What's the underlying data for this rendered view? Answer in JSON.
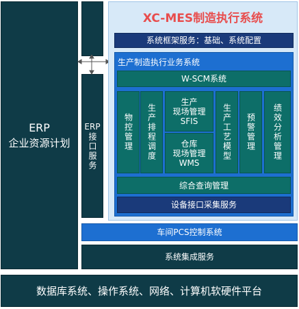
{
  "erp_left": {
    "line1": "ERP",
    "line2": "企业资源计划"
  },
  "erp_interface": {
    "line1": "ERP",
    "line2": "接口服务"
  },
  "mes": {
    "title": "XC-MES制造执行系统",
    "framework": "系统框架服务：基础、系统配置",
    "business_title": "生产制造执行业务系统",
    "wscm": "W-SCM系统",
    "modules": {
      "material": "物控管理",
      "scheduling": "生产排程调度",
      "sfis_line1": "生产",
      "sfis_line2": "现场管理",
      "sfis_line3": "SFIS",
      "wms_line1": "仓库",
      "wms_line2": "现场管理",
      "wms_line3": "WMS",
      "process": "生产工艺模型",
      "alert": "预警管理",
      "performance": "绩效分析管理"
    },
    "query": "综合查询管理",
    "device": "设备接口采集服务"
  },
  "pcs": "车间PCS控制系统",
  "integration": "系统集成服务",
  "platform": "数据库系统、操作系统、网络、计算机软硬件平台"
}
